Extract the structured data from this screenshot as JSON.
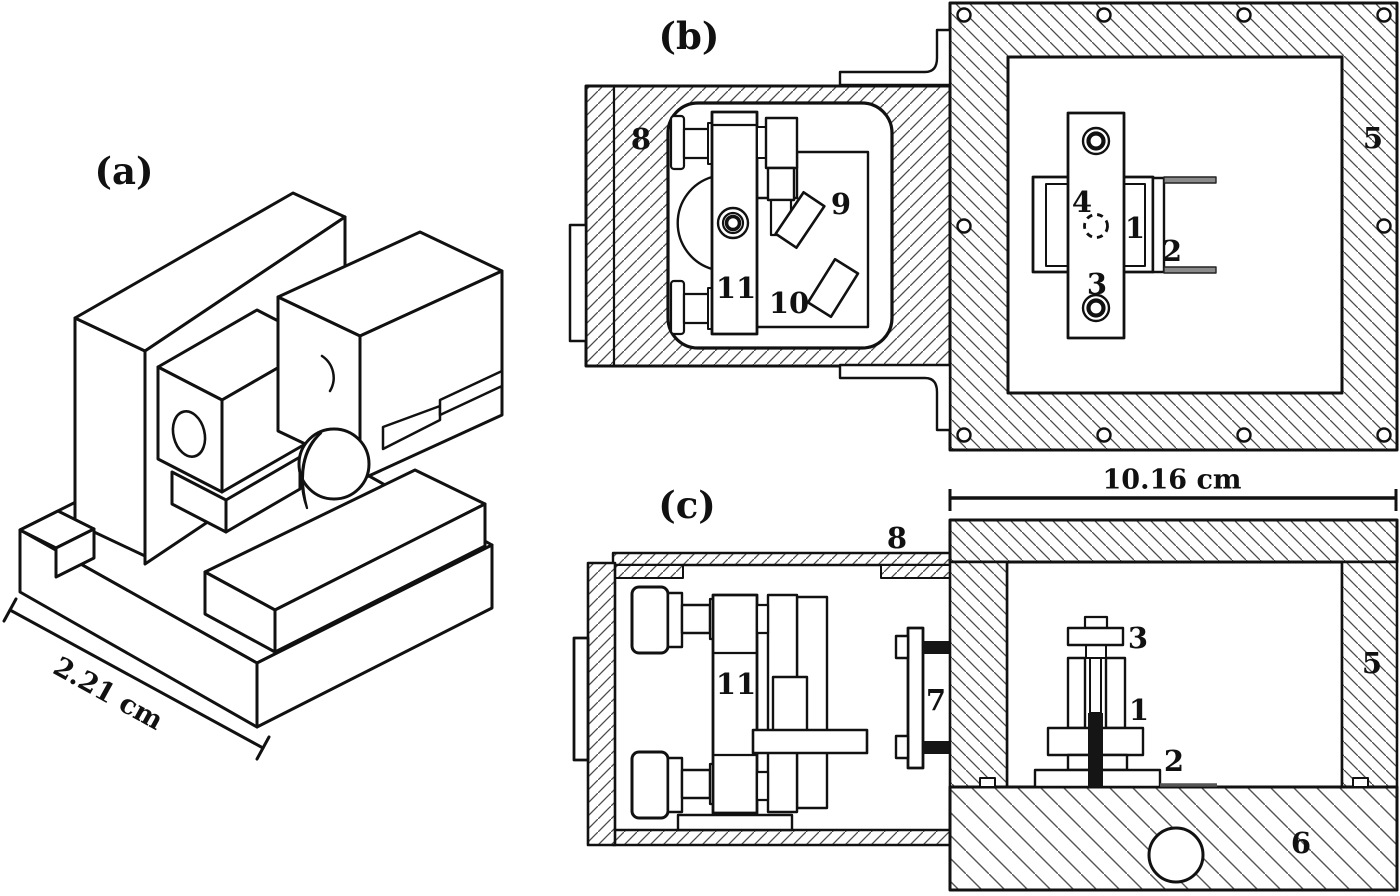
{
  "figure": {
    "background": "#ffffff",
    "line_color": "#111111",
    "hatch_color": "#4a4a4a",
    "bolt_fill": "#151515",
    "prong_fill": "#8a8a8a",
    "panels": {
      "a": {
        "label": "(a)",
        "dimension_label": "2.21 cm"
      },
      "b": {
        "label": "(b)",
        "parts": {
          "1": "1",
          "2": "2",
          "3": "3",
          "4": "4",
          "5": "5",
          "8": "8",
          "9": "9",
          "10": "10",
          "11": "11"
        }
      },
      "c": {
        "label": "(c)",
        "dimension_label": "10.16 cm",
        "parts": {
          "1": "1",
          "2": "2",
          "3": "3",
          "5": "5",
          "6": "6",
          "7": "7",
          "8": "8",
          "11": "11"
        }
      }
    }
  }
}
